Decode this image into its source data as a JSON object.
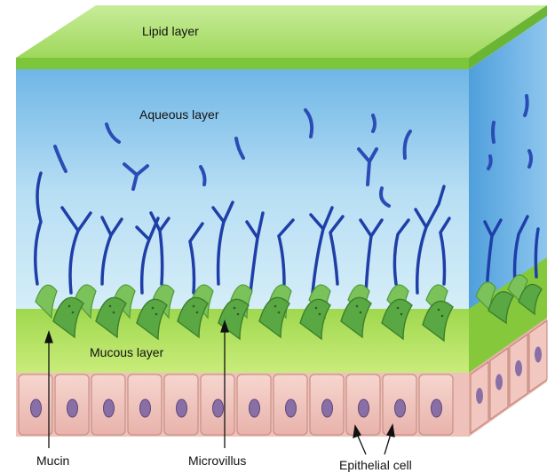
{
  "labels": {
    "lipid_layer": "Lipid layer",
    "aqueous_layer": "Aqueous layer",
    "mucous_layer": "Mucous layer",
    "mucin": "Mucin",
    "microvillus": "Microvillus",
    "epithelial_cell": "Epithelial cell"
  },
  "colors": {
    "lipid": "#8fd24a",
    "aqueous": "#a9d8f2",
    "mucous": "#b6e05a",
    "microvilli": "#5fb04a",
    "mucin_strands": "#1f3fa8",
    "cell_body": "#f1c7c0",
    "cell_nucleus": "#8a6fa6"
  }
}
